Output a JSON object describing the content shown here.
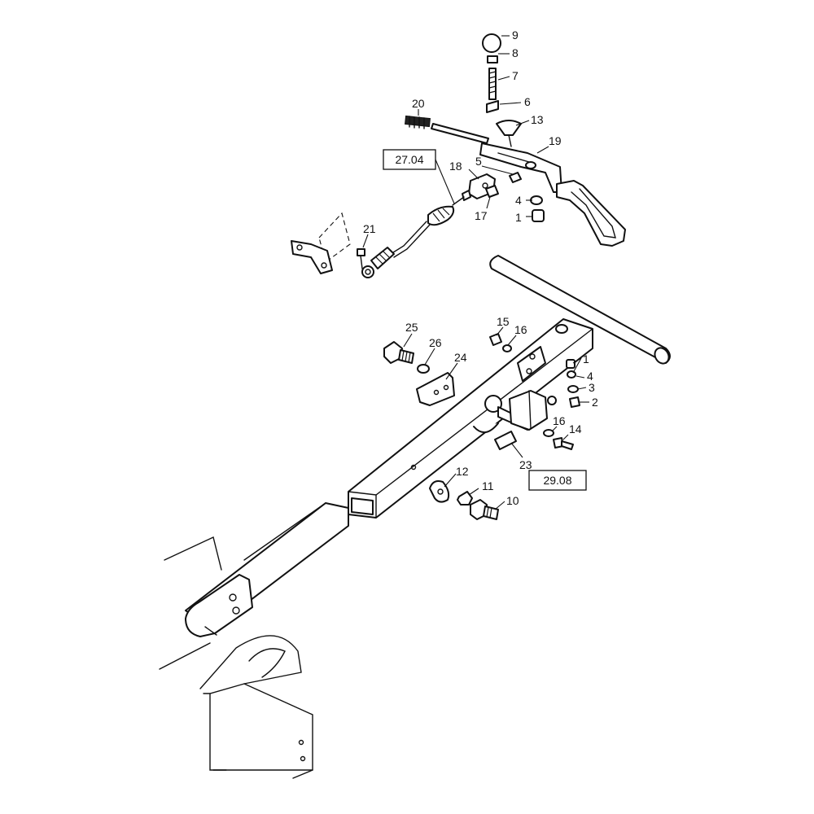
{
  "diagram": {
    "reference_boxes": [
      {
        "id": "ref-upper",
        "label": "27.04"
      },
      {
        "id": "ref-lower",
        "label": "29.08"
      }
    ],
    "callouts": [
      {
        "id": "c9",
        "label": "9"
      },
      {
        "id": "c8",
        "label": "8"
      },
      {
        "id": "c7",
        "label": "7"
      },
      {
        "id": "c6",
        "label": "6"
      },
      {
        "id": "c13",
        "label": "13"
      },
      {
        "id": "c20",
        "label": "20"
      },
      {
        "id": "c19",
        "label": "19"
      },
      {
        "id": "c18",
        "label": "18"
      },
      {
        "id": "c5",
        "label": "5"
      },
      {
        "id": "c4a",
        "label": "4"
      },
      {
        "id": "c17",
        "label": "17"
      },
      {
        "id": "c1a",
        "label": "1"
      },
      {
        "id": "c21",
        "label": "21"
      },
      {
        "id": "c25",
        "label": "25"
      },
      {
        "id": "c26",
        "label": "26"
      },
      {
        "id": "c24",
        "label": "24"
      },
      {
        "id": "c15",
        "label": "15"
      },
      {
        "id": "c16a",
        "label": "16"
      },
      {
        "id": "c1b",
        "label": "1"
      },
      {
        "id": "c4b",
        "label": "4"
      },
      {
        "id": "c3",
        "label": "3"
      },
      {
        "id": "c2",
        "label": "2"
      },
      {
        "id": "c16b",
        "label": "16"
      },
      {
        "id": "c14",
        "label": "14"
      },
      {
        "id": "c23",
        "label": "23"
      },
      {
        "id": "c12",
        "label": "12"
      },
      {
        "id": "c11",
        "label": "11"
      },
      {
        "id": "c10",
        "label": "10"
      }
    ]
  }
}
